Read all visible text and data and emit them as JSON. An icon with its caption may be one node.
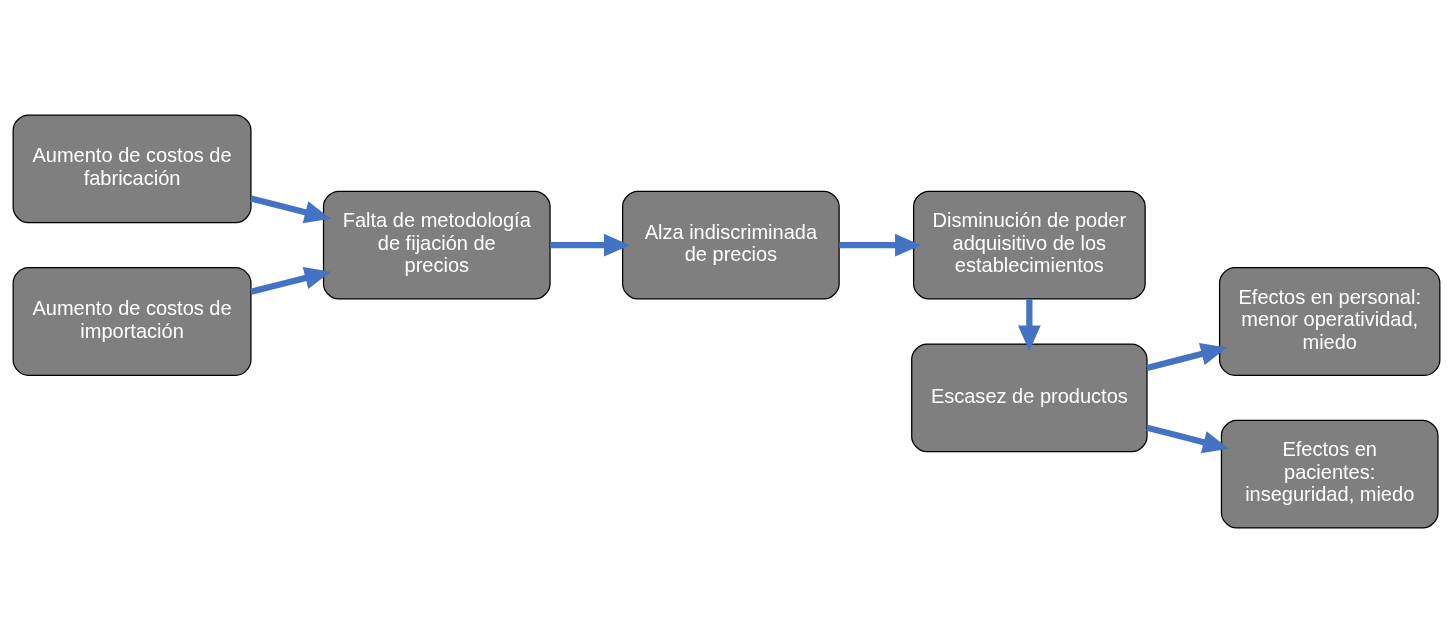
{
  "diagram": {
    "nodes": [
      {
        "text": [
          "Aumento de costos de fabricación"
        ]
      },
      {
        "text": [
          "Aumento de costos de importación"
        ]
      },
      {
        "text": [
          "Falta de metodología de fijación de precios"
        ]
      },
      {
        "text": [
          "Alza indiscriminada de precios"
        ]
      },
      {
        "text": [
          "Disminución de poder adquisitivo de los establecimientos"
        ]
      },
      {
        "text": [
          "Escasez de productos"
        ]
      },
      {
        "text": [
          "Efectos en personal: menor operatividad, miedo"
        ]
      },
      {
        "text": [
          "Efectos en pacientes: inseguridad, miedo"
        ]
      }
    ],
    "edges": [
      {
        "from": 0,
        "to": 2,
        "arrow": "to"
      },
      {
        "from": 1,
        "to": 2,
        "arrow": "to"
      },
      {
        "from": 2,
        "to": 3,
        "arrow": "to"
      },
      {
        "from": 3,
        "to": 4,
        "arrow": "to"
      },
      {
        "from": 4,
        "to": 5,
        "arrow": "to"
      },
      {
        "from": 5,
        "to": 6,
        "arrow": "to"
      },
      {
        "from": 5,
        "to": 7,
        "arrow": "to"
      }
    ]
  }
}
